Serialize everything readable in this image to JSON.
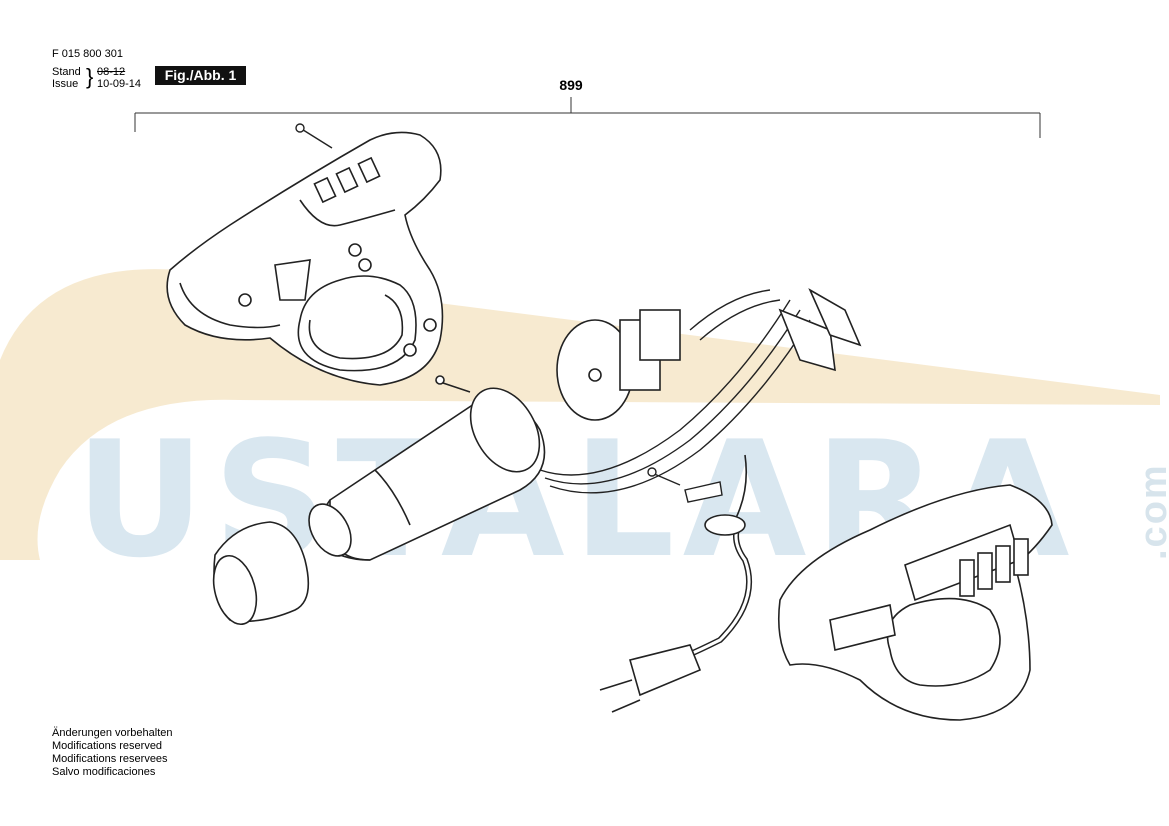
{
  "header": {
    "doc_number": "F 015 800 301",
    "stand_label": "Stand",
    "issue_label": "Issue",
    "old_date": "08-12",
    "new_date": "10-09-14",
    "figure_label": "Fig./Abb. 1"
  },
  "assembly": {
    "part_number": "899"
  },
  "watermark": {
    "text": "USTALARA",
    "suffix": ".com",
    "color_blue": "#d6e6ef",
    "color_orange": "#f5e3c4"
  },
  "footer": {
    "notes": [
      "Änderungen vorbehalten",
      "Modifications reserved",
      "Modifications reservees",
      "Salvo modificaciones"
    ]
  }
}
